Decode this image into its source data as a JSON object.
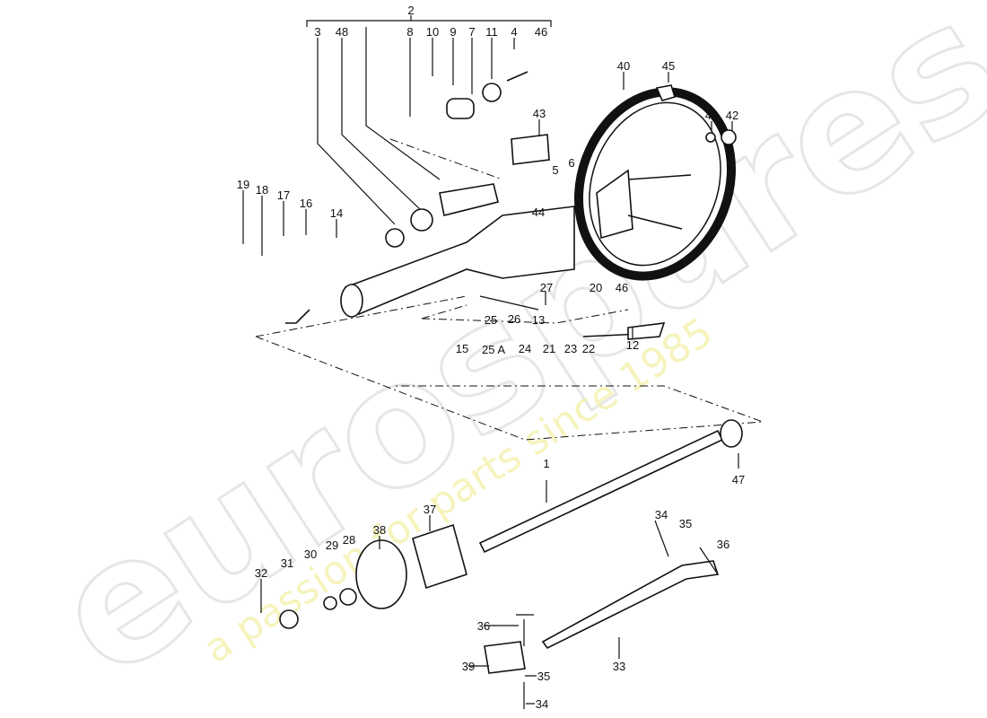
{
  "watermark": {
    "brand": "eurospares",
    "tagline": "a passion for parts since 1985",
    "tagline_color": "#f0ec9a"
  },
  "callouts": [
    "2",
    "3",
    "48",
    "8",
    "10",
    "9",
    "7",
    "11",
    "4",
    "46",
    "40",
    "45",
    "43",
    "41",
    "42",
    "19",
    "18",
    "17",
    "16",
    "14",
    "5",
    "6",
    "44",
    "46",
    "27",
    "20",
    "26",
    "13",
    "25",
    "15",
    "25 A",
    "24",
    "21",
    "23",
    "22",
    "12",
    "1",
    "47",
    "34",
    "35",
    "36",
    "37",
    "38",
    "28",
    "29",
    "30",
    "31",
    "32",
    "36",
    "39",
    "35",
    "33",
    "34"
  ]
}
